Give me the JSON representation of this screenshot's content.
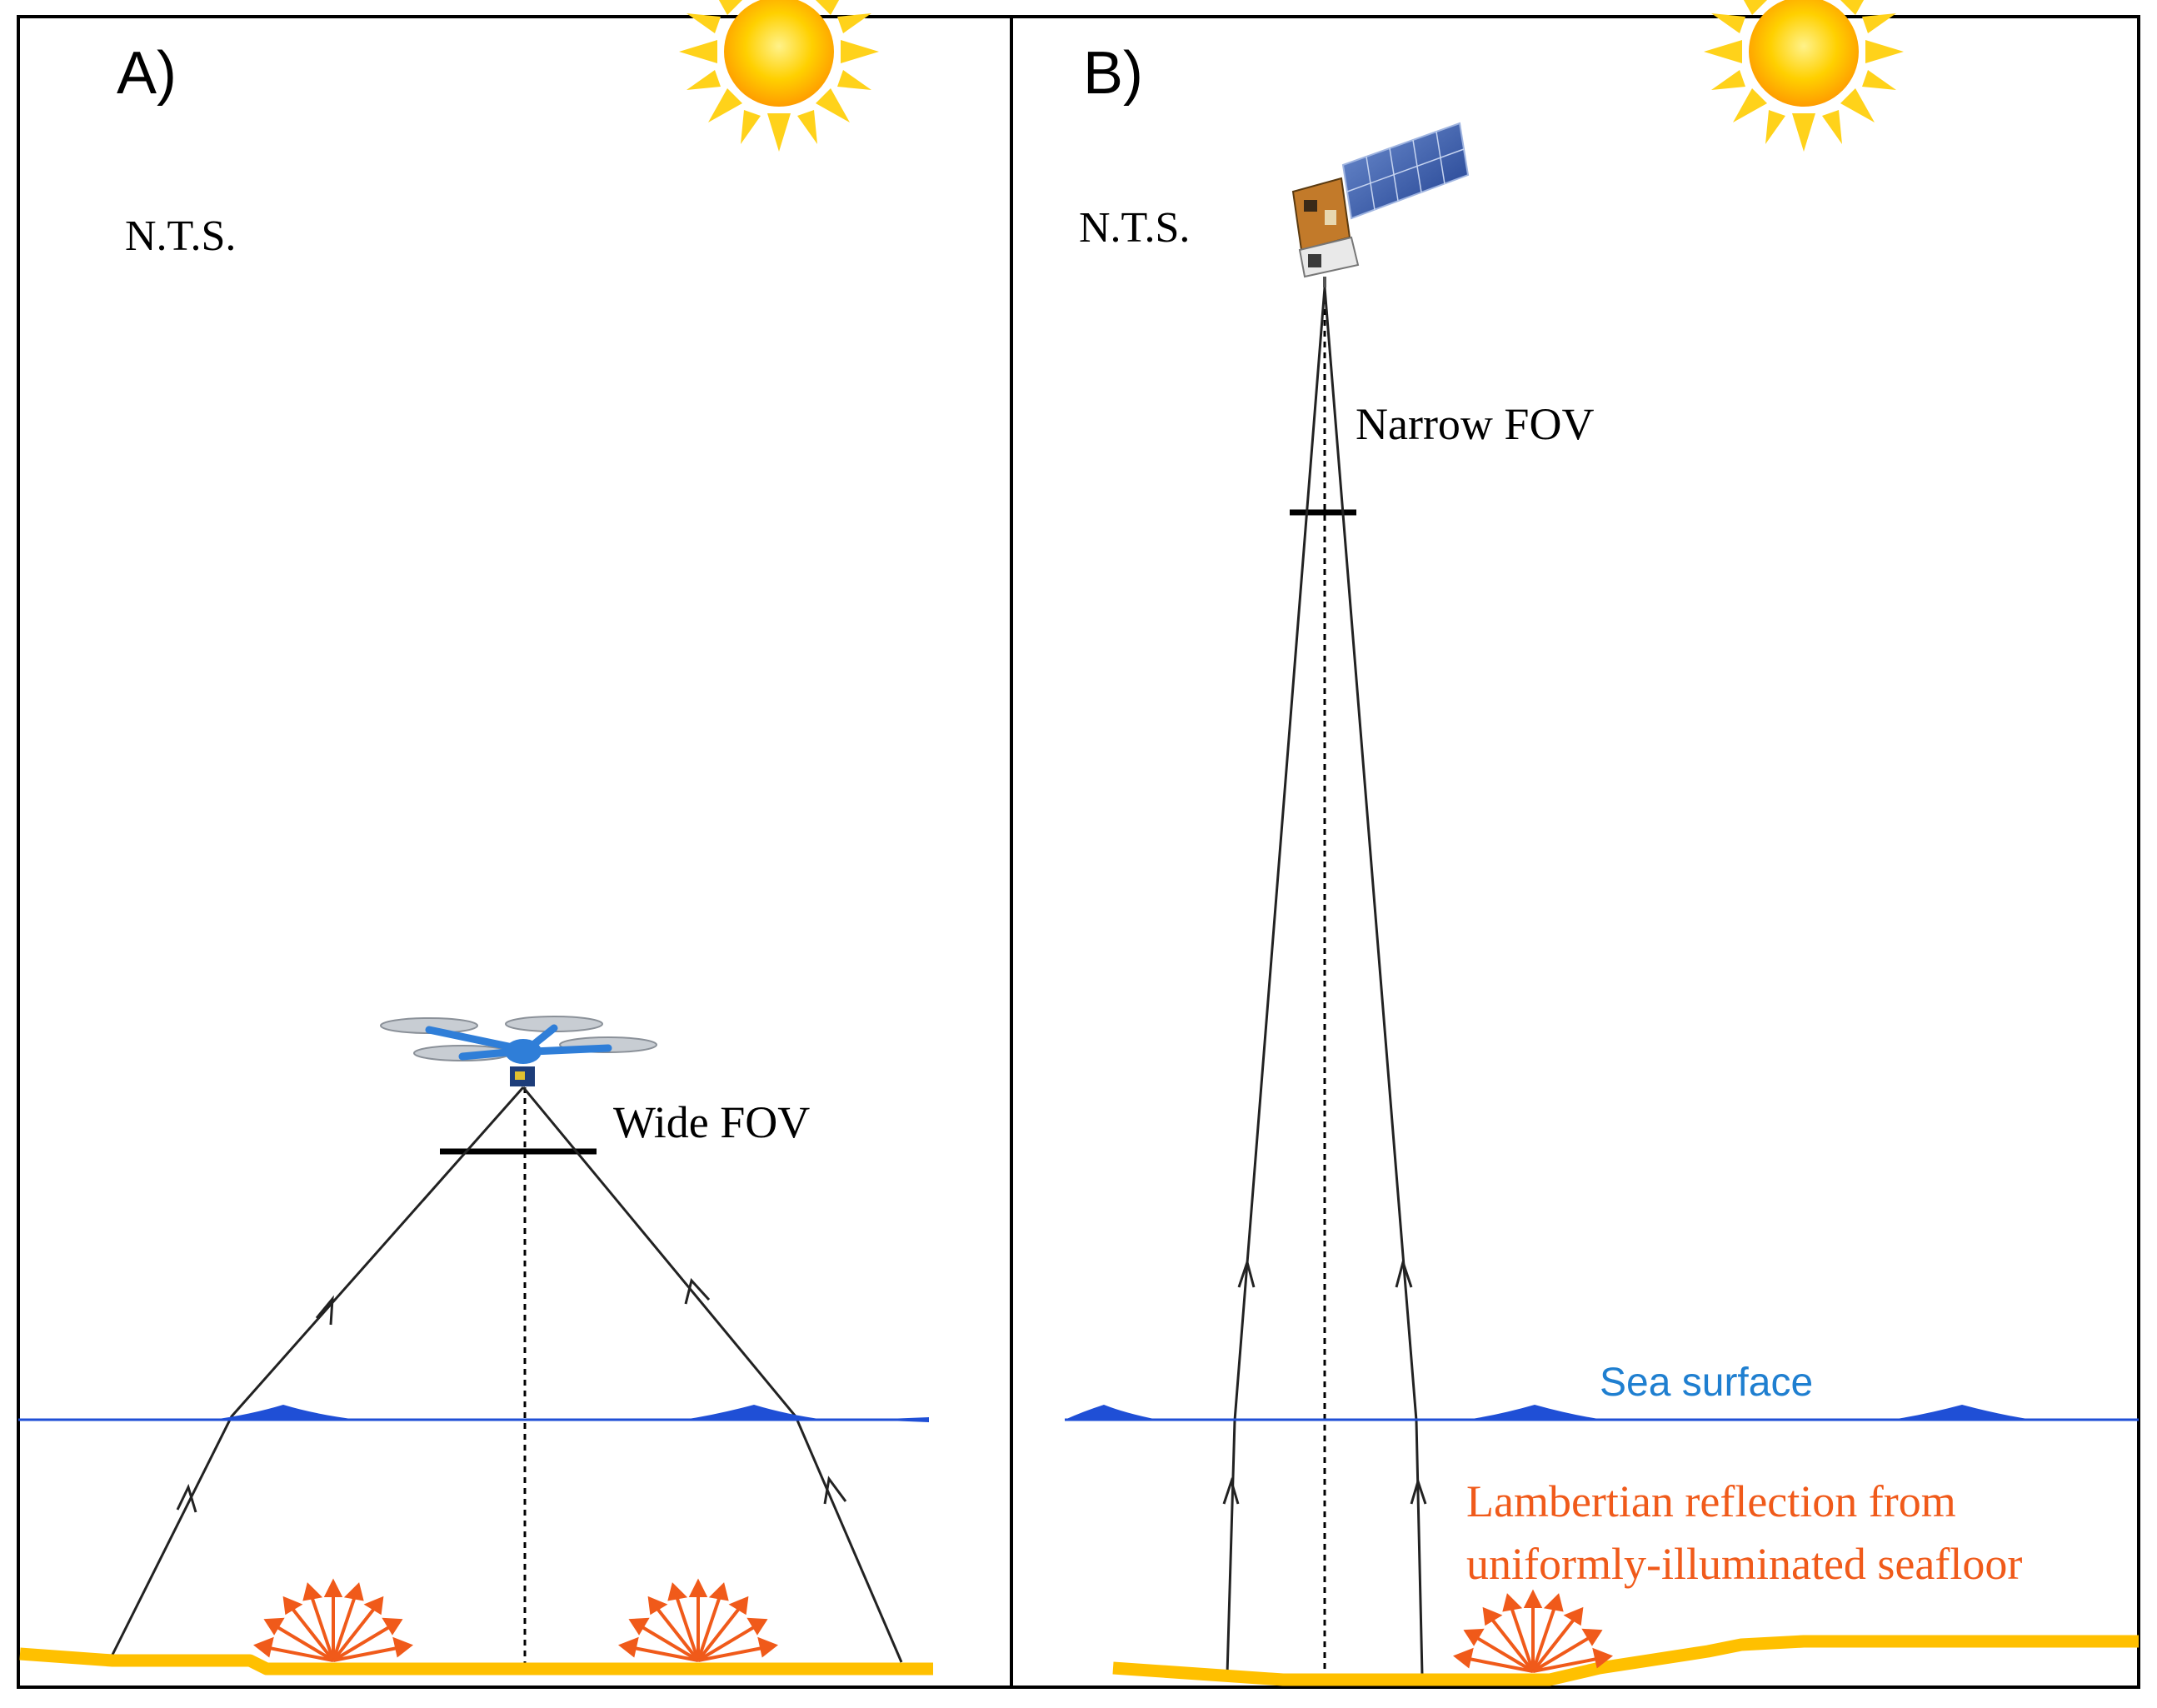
{
  "panels": [
    {
      "id": "A",
      "label": "A)",
      "scale_note": "N.T.S.",
      "fov_label": "Wide FOV",
      "platform": "drone-icon"
    },
    {
      "id": "B",
      "label": "B)",
      "scale_note": "N.T.S.",
      "fov_label": "Narrow FOV",
      "platform": "satellite-icon",
      "sea_surface_label": "Sea surface",
      "reflection_label_line1": "Lambertian reflection from",
      "reflection_label_line2": "uniformly-illuminated seafloor"
    }
  ],
  "icons": [
    "sun-icon",
    "drone-icon",
    "satellite-icon",
    "lambertian-reflection-icon",
    "up-arrow-icon"
  ],
  "colors": {
    "frame": "#000000",
    "sea": "#1f4fd6",
    "sea_label": "#1f7fd0",
    "seafloor": "#ffc000",
    "reflection": "#f05a1a",
    "sun_core": "#ffb000",
    "sun_rays": "#ffd21a",
    "ray_line": "#222222"
  }
}
